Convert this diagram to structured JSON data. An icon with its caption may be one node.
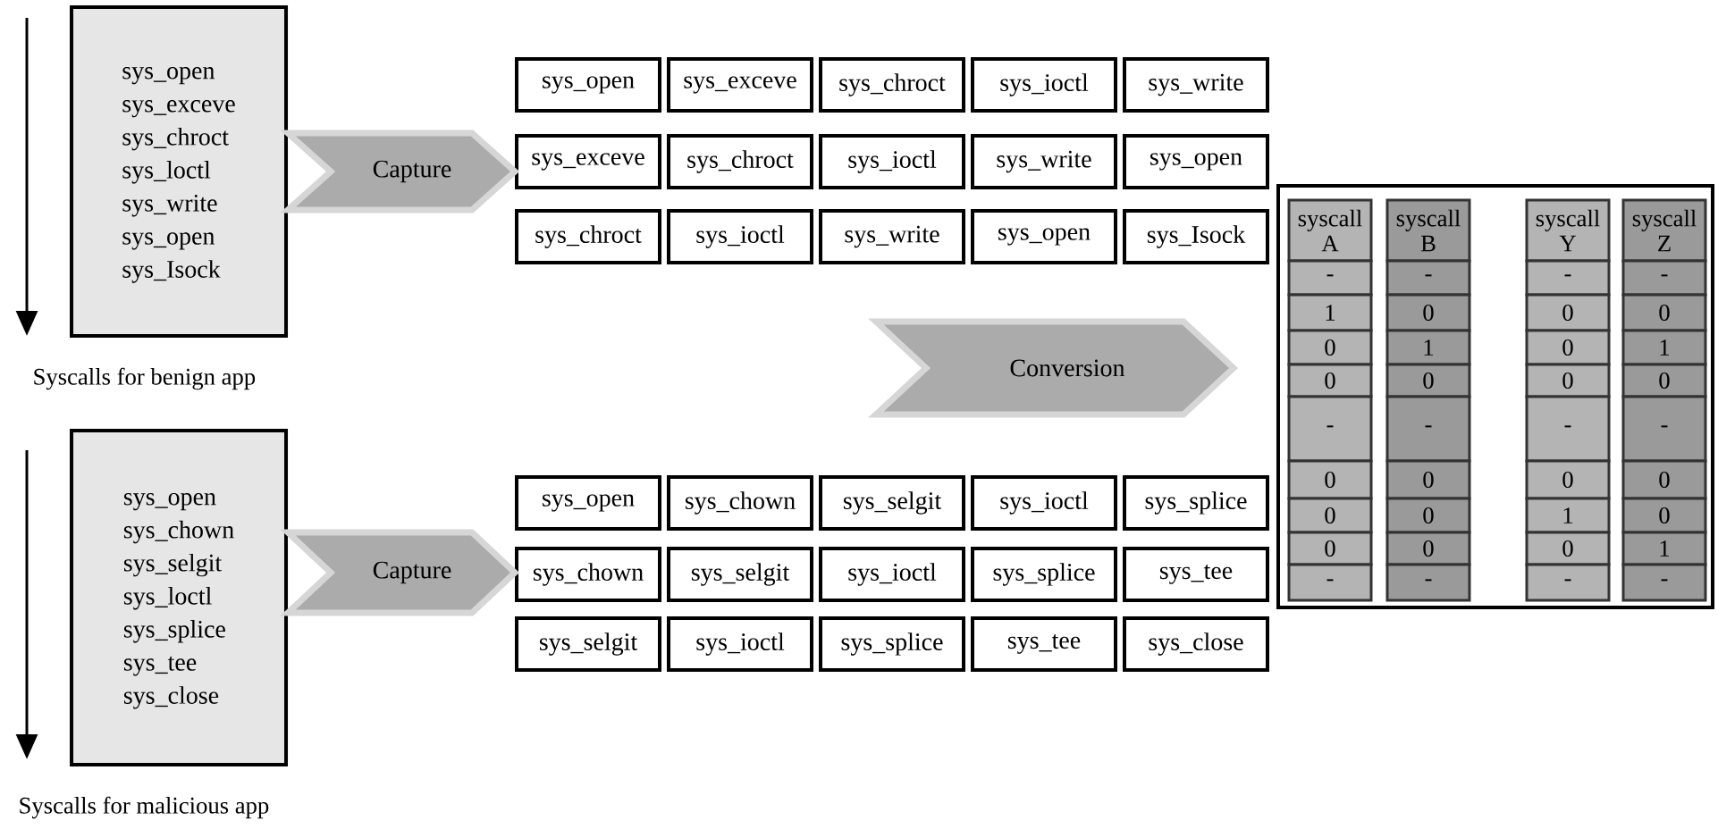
{
  "diagram": {
    "nodes": [
      {
        "text": [
          "sys_open",
          "sys_exceve",
          "sys_chroct",
          "sys_loctl",
          "sys_write",
          "sys_open",
          "sys_Isock"
        ],
        "beside": [
          "Syscalls for benign app"
        ]
      },
      {
        "text": [
          "sys_open"
        ]
      },
      {
        "text": [
          "sys_exceve"
        ]
      },
      {
        "text": [
          "sys_chroct"
        ]
      },
      {
        "text": [
          "sys_ioctl"
        ]
      },
      {
        "text": [
          "sys_write"
        ]
      },
      {
        "text": [
          "sys_exceve"
        ]
      },
      {
        "text": [
          "sys_chroct"
        ]
      },
      {
        "text": [
          "sys_ioctl"
        ]
      },
      {
        "text": [
          "sys_write"
        ]
      },
      {
        "text": [
          "sys_open"
        ]
      },
      {
        "text": [
          "sys_chroct"
        ]
      },
      {
        "text": [
          "sys_ioctl"
        ]
      },
      {
        "text": [
          "sys_write"
        ]
      },
      {
        "text": [
          "sys_open"
        ]
      },
      {
        "text": [
          "sys_Isock"
        ]
      },
      {
        "text": [
          "Conversion"
        ]
      },
      {
        "text": [],
        "shape": "box"
      },
      {
        "text": [
          "syscall A"
        ],
        "in": 17
      },
      {
        "text": [
          "-"
        ],
        "in": 17
      },
      {
        "text": [
          "1"
        ],
        "in": 17
      },
      {
        "text": [
          "0"
        ],
        "in": 17
      },
      {
        "text": [
          "0"
        ],
        "in": 17
      },
      {
        "text": [
          "-"
        ],
        "in": 17
      },
      {
        "text": [
          "0"
        ],
        "in": 17
      },
      {
        "text": [
          "0"
        ],
        "in": 17
      },
      {
        "text": [
          "0"
        ],
        "in": 17
      },
      {
        "text": [
          "-"
        ],
        "in": 17
      },
      {
        "text": [
          "syscall B"
        ],
        "in": 17
      },
      {
        "text": [
          "-"
        ],
        "in": 17
      },
      {
        "text": [
          "0"
        ],
        "in": 17
      },
      {
        "text": [
          "1"
        ],
        "in": 17
      },
      {
        "text": [
          "0"
        ],
        "in": 17
      },
      {
        "text": [
          "-"
        ],
        "in": 17
      },
      {
        "text": [
          "0"
        ],
        "in": 17
      },
      {
        "text": [
          "0"
        ],
        "in": 17
      },
      {
        "text": [
          "0"
        ],
        "in": 17
      },
      {
        "text": [
          "-"
        ],
        "in": 17
      },
      {
        "text": [
          "syscall Y"
        ],
        "in": 17
      },
      {
        "text": [
          "-"
        ],
        "in": 17
      },
      {
        "text": [
          "0"
        ],
        "in": 17
      },
      {
        "text": [
          "0"
        ],
        "in": 17
      },
      {
        "text": [
          "0"
        ],
        "in": 17
      },
      {
        "text": [
          "-"
        ],
        "in": 17
      },
      {
        "text": [
          "0"
        ],
        "in": 17
      },
      {
        "text": [
          "1"
        ],
        "in": 17
      },
      {
        "text": [
          "0"
        ],
        "in": 17
      },
      {
        "text": [
          "-"
        ],
        "in": 17
      },
      {
        "text": [
          "syscall Z"
        ],
        "in": 17
      },
      {
        "text": [
          "-"
        ],
        "in": 17
      },
      {
        "text": [
          "0"
        ],
        "in": 17
      },
      {
        "text": [
          "1"
        ],
        "in": 17
      },
      {
        "text": [
          "0"
        ],
        "in": 17
      },
      {
        "text": [
          "-"
        ],
        "in": 17
      },
      {
        "text": [
          "0"
        ],
        "in": 17
      },
      {
        "text": [
          "0"
        ],
        "in": 17
      },
      {
        "text": [
          "1"
        ],
        "in": 17
      },
      {
        "text": [
          "-"
        ],
        "in": 17
      },
      {
        "text": [
          "sys_open",
          "sys_chown",
          "sys_selgit",
          "sys_loctl",
          "sys_splice",
          "sys_tee",
          "sys_close"
        ],
        "beside": [
          "Syscalls for malicious app"
        ]
      },
      {
        "text": [
          "sys_open"
        ]
      },
      {
        "text": [
          "sys_chown"
        ]
      },
      {
        "text": [
          "sys_selgit"
        ]
      },
      {
        "text": [
          "sys_ioctl"
        ]
      },
      {
        "text": [
          "sys_splice"
        ]
      },
      {
        "text": [
          "sys_chown"
        ]
      },
      {
        "text": [
          "sys_selgit"
        ]
      },
      {
        "text": [
          "sys_ioctl"
        ]
      },
      {
        "text": [
          "sys_splice"
        ]
      },
      {
        "text": [
          "sys_tee"
        ]
      },
      {
        "text": [
          "sys_selgit"
        ]
      },
      {
        "text": [
          "sys_ioctl"
        ]
      },
      {
        "text": [
          "sys_splice"
        ]
      },
      {
        "text": [
          "sys_tee"
        ]
      },
      {
        "text": [
          "sys_close"
        ]
      }
    ],
    "edges": [
      {
        "from": 0,
        "to": 6,
        "arrow": "to",
        "label": "Capture"
      },
      {
        "from": 58,
        "to": 64,
        "arrow": "to",
        "label": "Capture"
      }
    ]
  }
}
